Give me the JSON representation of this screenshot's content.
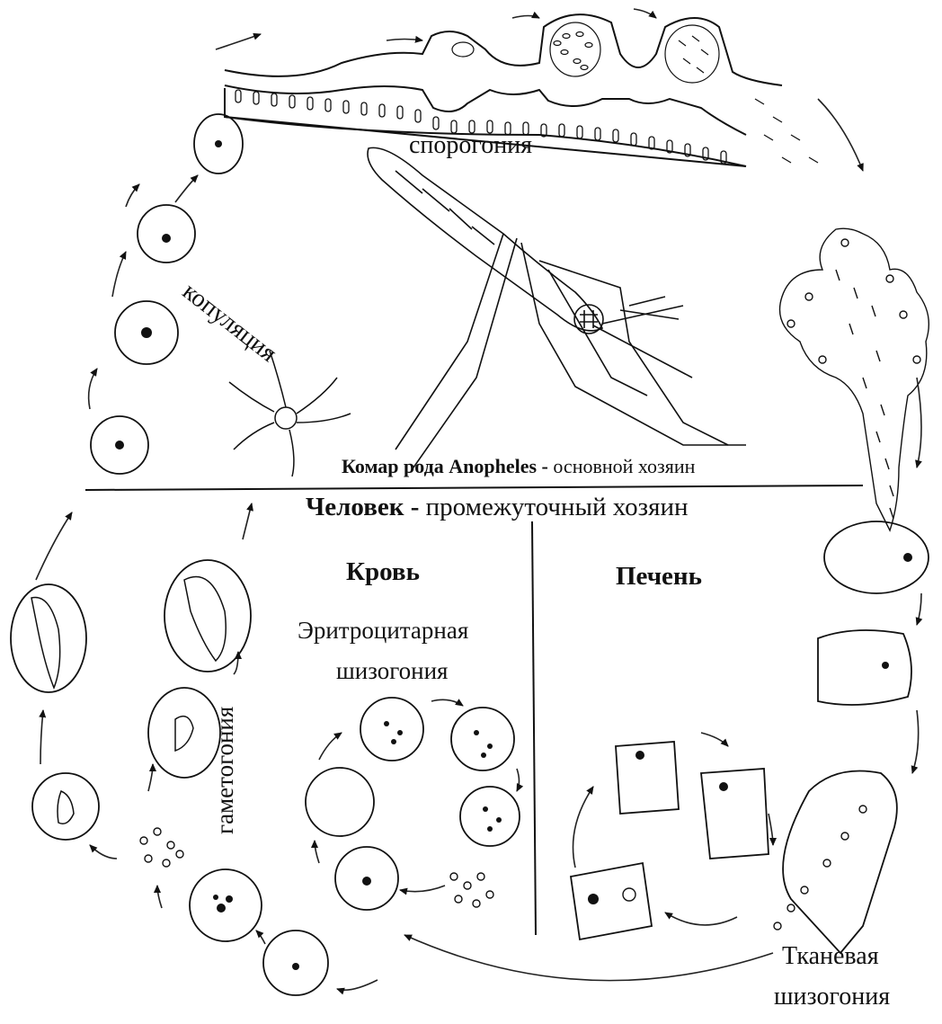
{
  "labels": {
    "sporogony": "спорогония",
    "copulation": "копуляция",
    "mosquito_host_name": "Комар рода Anopheles",
    "mosquito_host_dash": "-",
    "mosquito_host_role": "основной хозяин",
    "human_host_name": "Человек",
    "human_host_dash": "-",
    "human_host_role": "промежуточный хозяин",
    "blood": "Кровь",
    "liver": "Печень",
    "erythro_line1": "Эритроцитарная",
    "erythro_line2": "шизогония",
    "gametogony": "гаметогония",
    "tissue_line1": "Тканевая",
    "tissue_line2": "шизогония"
  },
  "colors": {
    "ink": "#111111",
    "paper": "#ffffff",
    "arrow": "#222222"
  }
}
